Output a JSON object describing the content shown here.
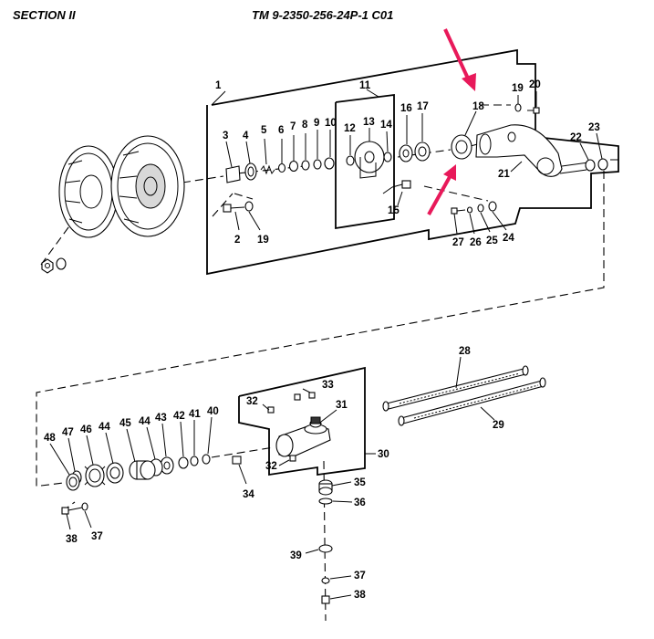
{
  "header": {
    "section": "SECTION II",
    "tm_number": "TM 9-2350-256-24P-1 C01"
  },
  "callouts": [
    {
      "id": "1",
      "label": "1"
    },
    {
      "id": "2",
      "label": "2"
    },
    {
      "id": "3",
      "label": "3"
    },
    {
      "id": "4",
      "label": "4"
    },
    {
      "id": "5",
      "label": "5"
    },
    {
      "id": "6",
      "label": "6"
    },
    {
      "id": "7",
      "label": "7"
    },
    {
      "id": "8",
      "label": "8"
    },
    {
      "id": "9",
      "label": "9"
    },
    {
      "id": "10",
      "label": "10"
    },
    {
      "id": "11",
      "label": "11"
    },
    {
      "id": "12",
      "label": "12"
    },
    {
      "id": "13",
      "label": "13"
    },
    {
      "id": "14",
      "label": "14"
    },
    {
      "id": "15",
      "label": "15"
    },
    {
      "id": "16",
      "label": "16"
    },
    {
      "id": "17",
      "label": "17"
    },
    {
      "id": "18",
      "label": "18"
    },
    {
      "id": "19a",
      "label": "19"
    },
    {
      "id": "19b",
      "label": "19"
    },
    {
      "id": "20",
      "label": "20"
    },
    {
      "id": "21",
      "label": "21"
    },
    {
      "id": "22",
      "label": "22"
    },
    {
      "id": "23",
      "label": "23"
    },
    {
      "id": "24",
      "label": "24"
    },
    {
      "id": "25",
      "label": "25"
    },
    {
      "id": "26",
      "label": "26"
    },
    {
      "id": "27",
      "label": "27"
    },
    {
      "id": "28",
      "label": "28"
    },
    {
      "id": "29",
      "label": "29"
    },
    {
      "id": "30",
      "label": "30"
    },
    {
      "id": "31",
      "label": "31"
    },
    {
      "id": "32a",
      "label": "32"
    },
    {
      "id": "32b",
      "label": "32"
    },
    {
      "id": "33",
      "label": "33"
    },
    {
      "id": "34",
      "label": "34"
    },
    {
      "id": "35",
      "label": "35"
    },
    {
      "id": "36",
      "label": "36"
    },
    {
      "id": "37a",
      "label": "37"
    },
    {
      "id": "37b",
      "label": "37"
    },
    {
      "id": "38a",
      "label": "38"
    },
    {
      "id": "38b",
      "label": "38"
    },
    {
      "id": "39",
      "label": "39"
    },
    {
      "id": "40",
      "label": "40"
    },
    {
      "id": "41",
      "label": "41"
    },
    {
      "id": "42",
      "label": "42"
    },
    {
      "id": "43",
      "label": "43"
    },
    {
      "id": "44",
      "label": "44"
    },
    {
      "id": "45",
      "label": "45"
    },
    {
      "id": "46",
      "label": "46"
    },
    {
      "id": "47",
      "label": "47"
    },
    {
      "id": "48",
      "label": "48"
    }
  ],
  "colors": {
    "highlight_arrow": "#e8195a",
    "line": "#000000",
    "background": "#ffffff"
  }
}
